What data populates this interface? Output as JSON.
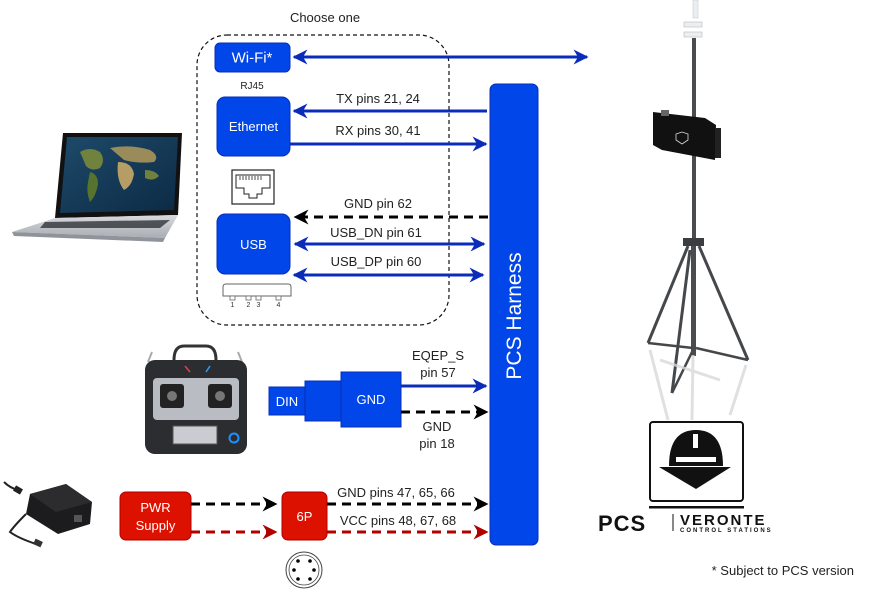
{
  "header": {
    "choose_label": "Choose one"
  },
  "colors": {
    "blue_box": "#0046e8",
    "blue_arrow": "#0a2cb8",
    "red_box": "#dd1100",
    "red_arrow": "#b00000",
    "black": "#000000"
  },
  "interfaces": {
    "wifi": {
      "label": "Wi-Fi*"
    },
    "rj45": {
      "label": "RJ45"
    },
    "ethernet": {
      "label": "Ethernet"
    },
    "usb": {
      "label": "USB"
    },
    "usb_pins": [
      "1",
      "2",
      "3",
      "4"
    ]
  },
  "connections": {
    "tx": "TX pins 21, 24",
    "rx": "RX pins 30, 41",
    "gnd_usb": "GND pin 62",
    "usb_dn": "USB_DN pin 61",
    "usb_dp": "USB_DP pin 60",
    "eqep_line1": "EQEP_S",
    "eqep_line2": "pin 57",
    "gnd_din_line1": "GND",
    "gnd_din_line2": "pin 18",
    "gnd_pwr": "GND pins 47, 65, 66",
    "vcc_pwr": "VCC pins 48, 67, 68"
  },
  "din_connector": {
    "din_label": "DIN",
    "gnd_label": "GND"
  },
  "power": {
    "supply_line1": "PWR",
    "supply_line2": "Supply",
    "connector_label": "6P"
  },
  "harness": {
    "label": "PCS Harness"
  },
  "logo": {
    "brand": "PCS",
    "product": "VERONTE",
    "tagline": "CONTROL STATIONS"
  },
  "footnote": "* Subject to PCS version",
  "images": {
    "laptop": "laptop-image",
    "rc_transmitter": "rc-transmitter-image",
    "power_adapter": "power-adapter-image",
    "pcs_tripod": "pcs-tripod-image"
  }
}
